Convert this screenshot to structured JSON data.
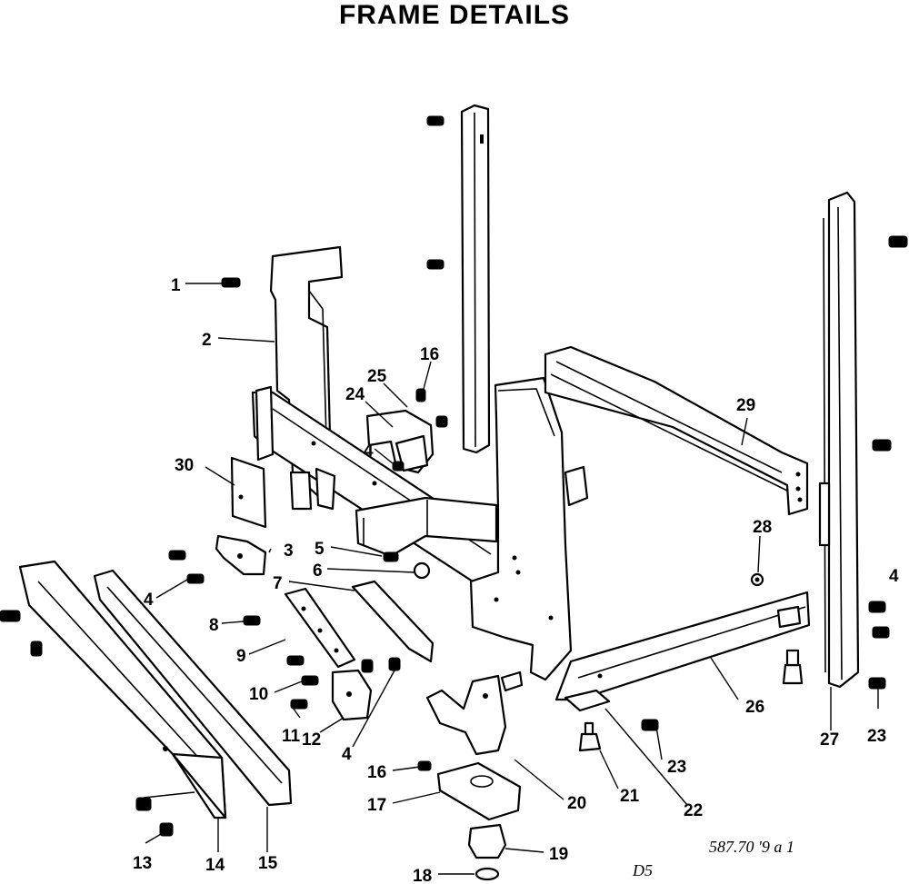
{
  "title": "FRAME DETAILS",
  "callouts": [
    "1",
    "2",
    "3",
    "4",
    "5",
    "6",
    "7",
    "8",
    "9",
    "10",
    "11",
    "12",
    "13",
    "14",
    "15",
    "16",
    "17",
    "18",
    "19",
    "20",
    "21",
    "22",
    "23",
    "24",
    "25",
    "26",
    "27",
    "28",
    "29",
    "30"
  ],
  "footnote_code": "587.70 '9 a 1",
  "page_code": "D5",
  "parts": {
    "left_side_panel": "frame-left-side-panel",
    "front_rail": "frame-front-rail",
    "center_post": "frame-center-post",
    "right_side_frame": "frame-right-side",
    "top_rail": "frame-top-rail",
    "right_upright": "frame-right-upright",
    "bottom_rail_right": "frame-bottom-rail-right",
    "left_bottom_rails": "frame-left-bottom-rails",
    "leveling_foot": "leveling-foot"
  }
}
